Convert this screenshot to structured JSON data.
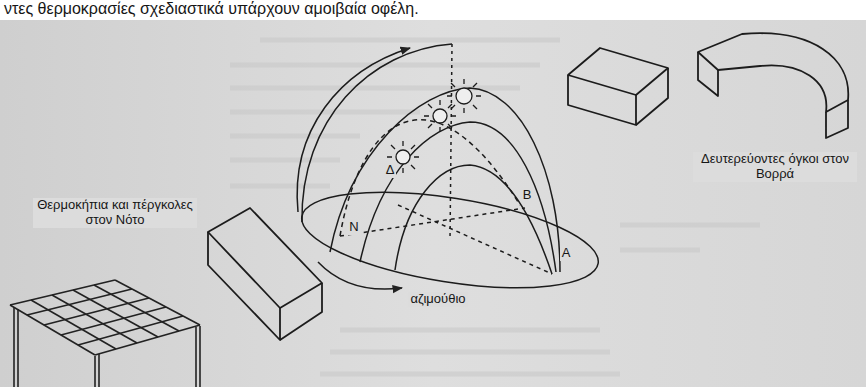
{
  "diagram": {
    "labels": [
      "ντες θερμοκρασίες σχεδιαστικά υπάρχουν αμοιβαία οφέλη.",
      "Δευτερεύοντες όγκοι στον Βορρά",
      "Δ",
      "Β",
      "Θερμοκήπια και πέργκολες στον Νότο",
      "Ν",
      "Α",
      "αζιμούθιο"
    ]
  }
}
